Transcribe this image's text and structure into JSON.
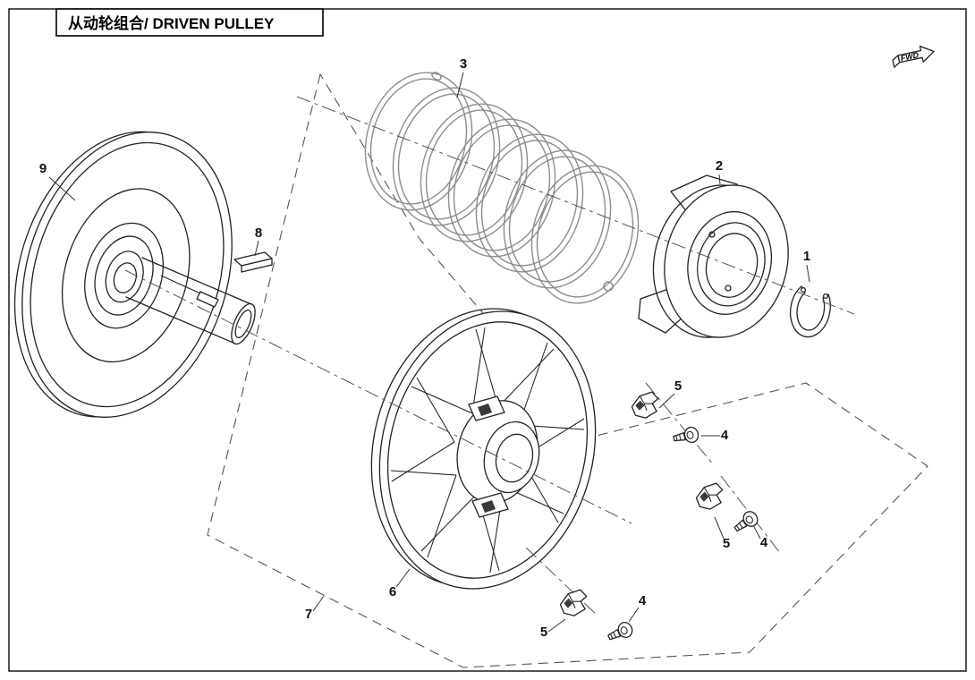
{
  "header": {
    "title": "从动轮组合/ DRIVEN PULLEY"
  },
  "direction_indicator": {
    "label": "FWD"
  },
  "callouts": [
    {
      "label": "9"
    },
    {
      "label": "8"
    },
    {
      "label": "3"
    },
    {
      "label": "2"
    },
    {
      "label": "1"
    },
    {
      "label": "6"
    },
    {
      "label": "7"
    },
    {
      "label": "5"
    },
    {
      "label": "4"
    },
    {
      "label": "5"
    },
    {
      "label": "4"
    },
    {
      "label": "5"
    },
    {
      "label": "4"
    }
  ],
  "colors": {
    "background": "#ffffff",
    "line": "#222222",
    "spring_line": "#8c8c8c",
    "construction_line": "#555555"
  }
}
